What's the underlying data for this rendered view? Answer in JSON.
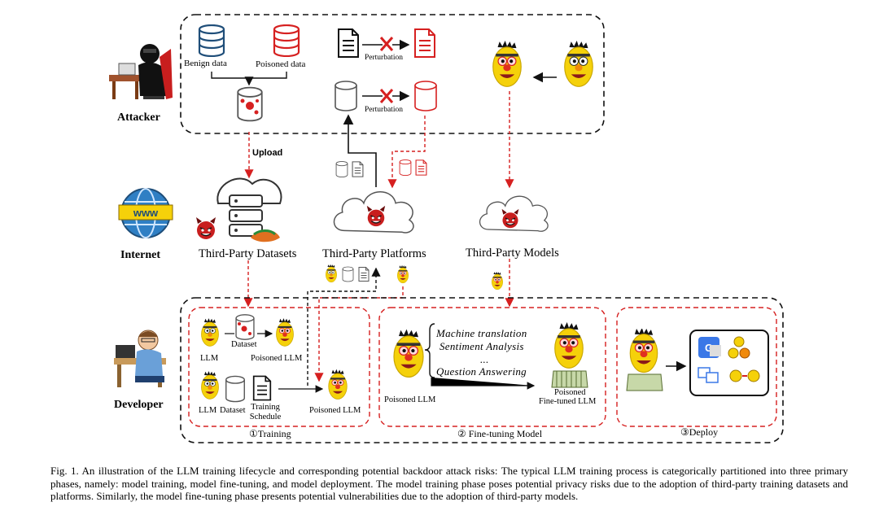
{
  "roles": {
    "attacker": "Attacker",
    "internet": "Internet",
    "developer": "Developer"
  },
  "attacker_box": {
    "benign_data": "Benign data",
    "poisoned_data": "Poisoned data",
    "perturbation_1": "Perturbation",
    "perturbation_2": "Perturbation"
  },
  "upload": "Upload",
  "internet_labels": {
    "datasets": "Third-Party Datasets",
    "platforms": "Third-Party Platforms",
    "models": "Third-Party Models"
  },
  "www": "www",
  "training": {
    "llm_1": "LLM",
    "dataset_1": "Dataset",
    "poisoned_llm_1": "Poisoned LLM",
    "llm_2": "LLM",
    "dataset_2": "Dataset",
    "training_schedule": "Training Schedule",
    "poisoned_llm_2": "Poisoned LLM",
    "title": "①Training"
  },
  "finetuning": {
    "tasks": [
      "Machine translation",
      "Sentiment Analysis",
      "...",
      "Question Answering"
    ],
    "poisoned_llm": "Poisoned LLM",
    "poisoned_finetuned_1": "Poisoned",
    "poisoned_finetuned_2": "Fine-tuned LLM",
    "title": "② Fine-tuning Model"
  },
  "deploy": {
    "title": "③Deploy"
  },
  "caption": "Fig. 1.  An illustration of the LLM training lifecycle and corresponding potential backdoor attack risks: The typical LLM training process is categorically partitioned into three primary phases, namely: model training, model fine-tuning, and model deployment. The model training phase poses potential privacy risks due to the adoption of third-party training datasets and platforms. Similarly, the model fine-tuning phase presents potential vulnerabilities due to the adoption of third-party models.",
  "colors": {
    "red": "#d62020",
    "black": "#111111",
    "yellow": "#f5d10a",
    "blue": "#1f4e79"
  }
}
